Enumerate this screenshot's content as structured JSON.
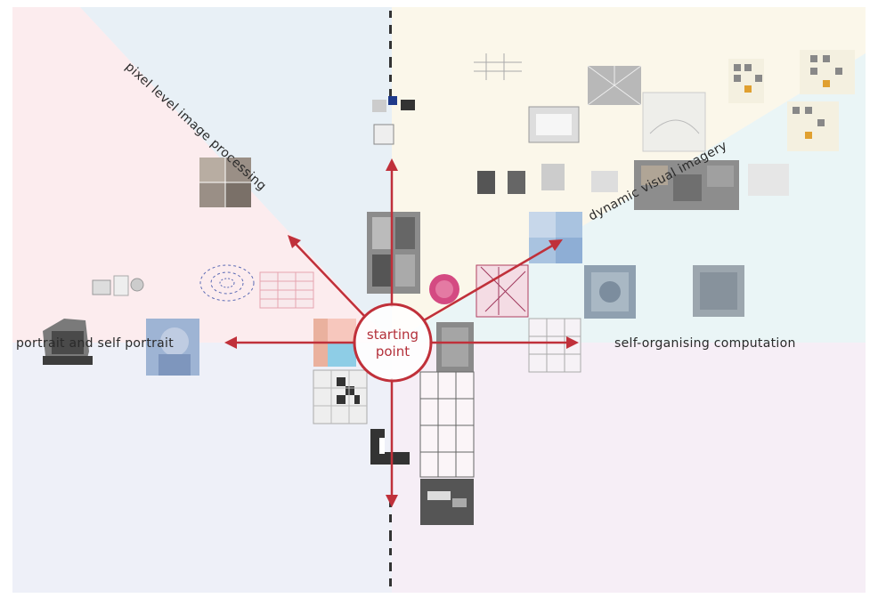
{
  "diagram": {
    "center_label_lines": [
      "starting",
      "point"
    ],
    "directions": [
      {
        "id": "up",
        "label": "",
        "icon": "arrow-up"
      },
      {
        "id": "upper-left",
        "label": "pixel level image processing",
        "icon": "arrow-upper-left"
      },
      {
        "id": "upper-right",
        "label": "dynamic visual imagery",
        "icon": "arrow-upper-right"
      },
      {
        "id": "left",
        "label": "portrait and self portrait",
        "icon": "arrow-left"
      },
      {
        "id": "right",
        "label": "self-organising computation",
        "icon": "arrow-right"
      },
      {
        "id": "down",
        "label": "",
        "icon": "arrow-down"
      }
    ],
    "colors": {
      "arrow": "#c0303a",
      "ring": "#c0303a",
      "region_top_left": "#fcecee",
      "region_top_mid": "#e8f0f6",
      "region_top_right": "#fbf7ea",
      "region_right": "#eaf5f6",
      "region_bottom_left": "#eef0f8",
      "region_bottom_right": "#f6eef6"
    },
    "thumbnail_icons": [
      "image-thumbnail",
      "grid-thumbnail",
      "noise-thumbnail",
      "photo-thumbnail",
      "spiral-thumbnail",
      "tile-thumbnail",
      "portrait-thumbnail",
      "camera-icon"
    ]
  }
}
